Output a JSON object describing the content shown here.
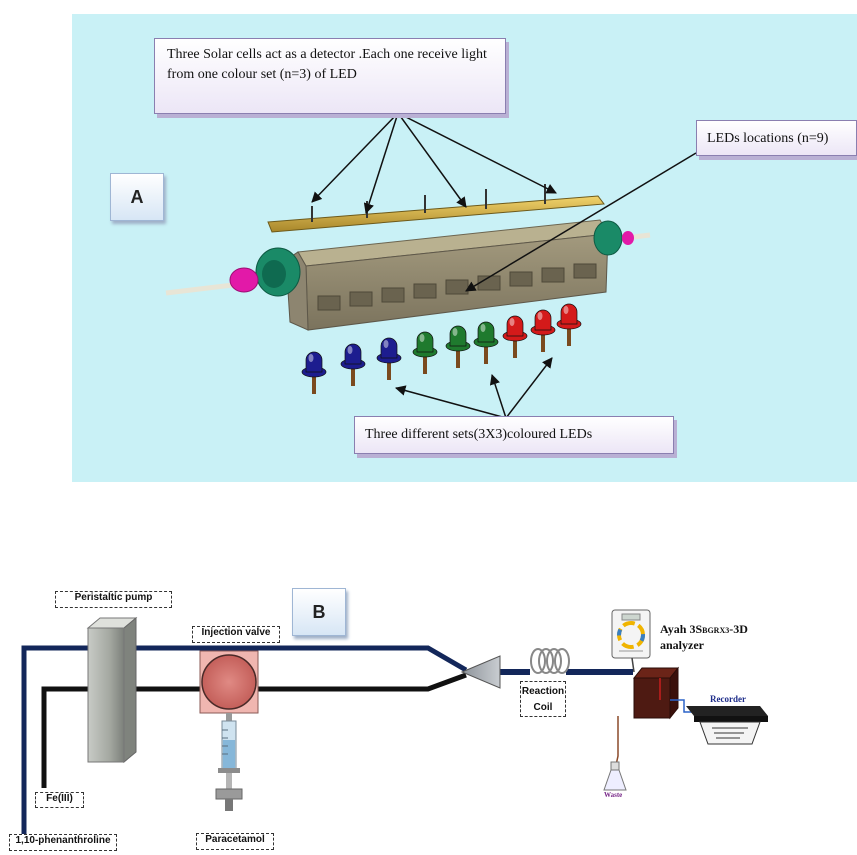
{
  "panel_a": {
    "label": "A",
    "callouts": {
      "solar_cells": "Three Solar cells act as a detector .Each one receive light from one colour set (n=3) of LED",
      "led_locations": "LEDs locations (n=9)",
      "led_sets": "Three different sets(3X3)coloured LEDs"
    },
    "led_colors": [
      "#1d1d8f",
      "#1d1d8f",
      "#1d1d8f",
      "#1f7a2e",
      "#1f7a2e",
      "#1f7a2e",
      "#d41a1a",
      "#d41a1a",
      "#d41a1a"
    ],
    "background": "#c9f1f6"
  },
  "panel_b": {
    "label": "B",
    "labels": {
      "peristaltic_pump": "Peristaltic pump",
      "injection_valve": "Injection valve",
      "reaction_coil_1": "Reaction",
      "reaction_coil_2": "Coil",
      "analyzer_name": "Ayah 3S",
      "analyzer_sub": "BGRX3",
      "analyzer_suffix": "-3D",
      "analyzer_line2": "analyzer",
      "recorder": "Recorder",
      "waste": "Waste",
      "fe_iii": "Fe(III)",
      "phenanthroline": "1,10-phenanthroline",
      "paracetamol": "Paracetamol"
    }
  }
}
